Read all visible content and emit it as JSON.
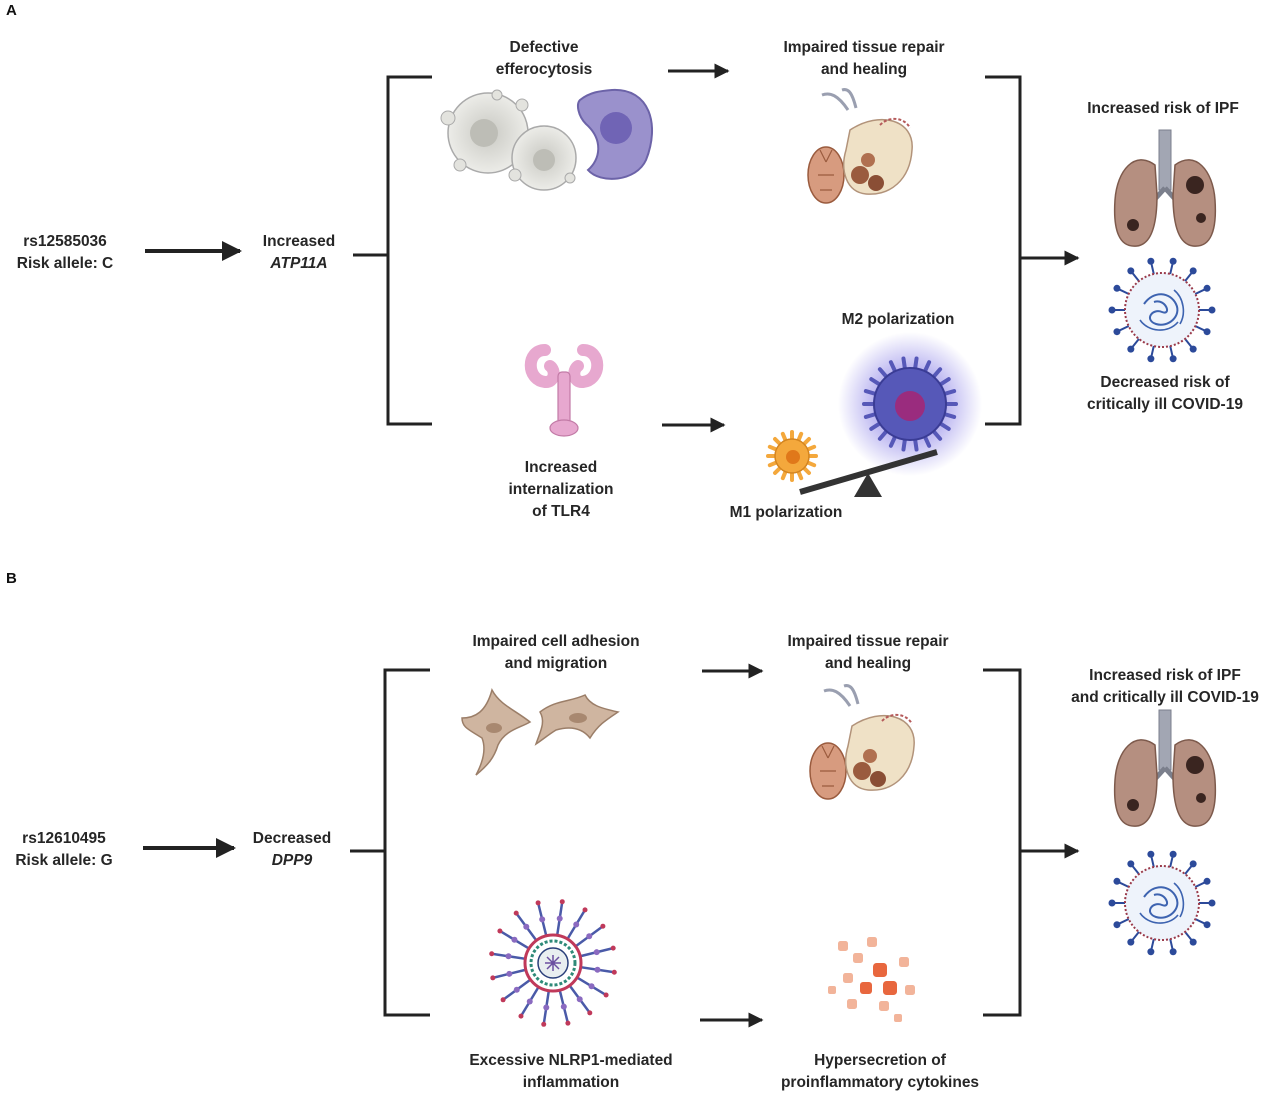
{
  "panel_a": {
    "letter": "A",
    "snp": {
      "line1": "rs12585036",
      "line2": "Risk allele: C"
    },
    "gene": {
      "line1": "Increased",
      "line2": "ATP11A"
    },
    "efferocytosis": {
      "line1": "Defective",
      "line2": "efferocytosis"
    },
    "repair": {
      "line1": "Impaired tissue repair",
      "line2": "and healing"
    },
    "tlr4": {
      "line1": "Increased",
      "line2": "internalization",
      "line3": "of TLR4"
    },
    "m2": "M2 polarization",
    "m1": "M1 polarization",
    "outcome_ipf": "Increased risk of IPF",
    "outcome_covid": {
      "line1": "Decreased risk of",
      "line2": "critically ill COVID-19"
    }
  },
  "panel_b": {
    "letter": "B",
    "snp": {
      "line1": "rs12610495",
      "line2": "Risk allele: G"
    },
    "gene": {
      "line1": "Decreased",
      "line2": "DPP9"
    },
    "adhesion": {
      "line1": "Impaired cell adhesion",
      "line2": "and migration"
    },
    "repair": {
      "line1": "Impaired tissue repair",
      "line2": "and healing"
    },
    "nlrp1": {
      "line1": "Excessive NLRP1-mediated",
      "line2": "inflammation"
    },
    "cytokines": {
      "line1": "Hypersecretion of",
      "line2": "proinflammatory cytokines"
    },
    "outcome": {
      "line1": "Increased risk of IPF",
      "line2": "and critically ill COVID-19"
    }
  },
  "colors": {
    "ink": "#222222",
    "apoptotic_cell": "#dcdcd6",
    "macrophage": "#8f86c4",
    "m2_macrophage": "#4f4fb0",
    "m1_macrophage": "#f0a43a",
    "tlr4": "#e7a8cf",
    "fibroblast": "#cdb59f",
    "lung": "#b38d7e",
    "virus": "#2c4a9a",
    "cytokine": "#e8673e"
  }
}
